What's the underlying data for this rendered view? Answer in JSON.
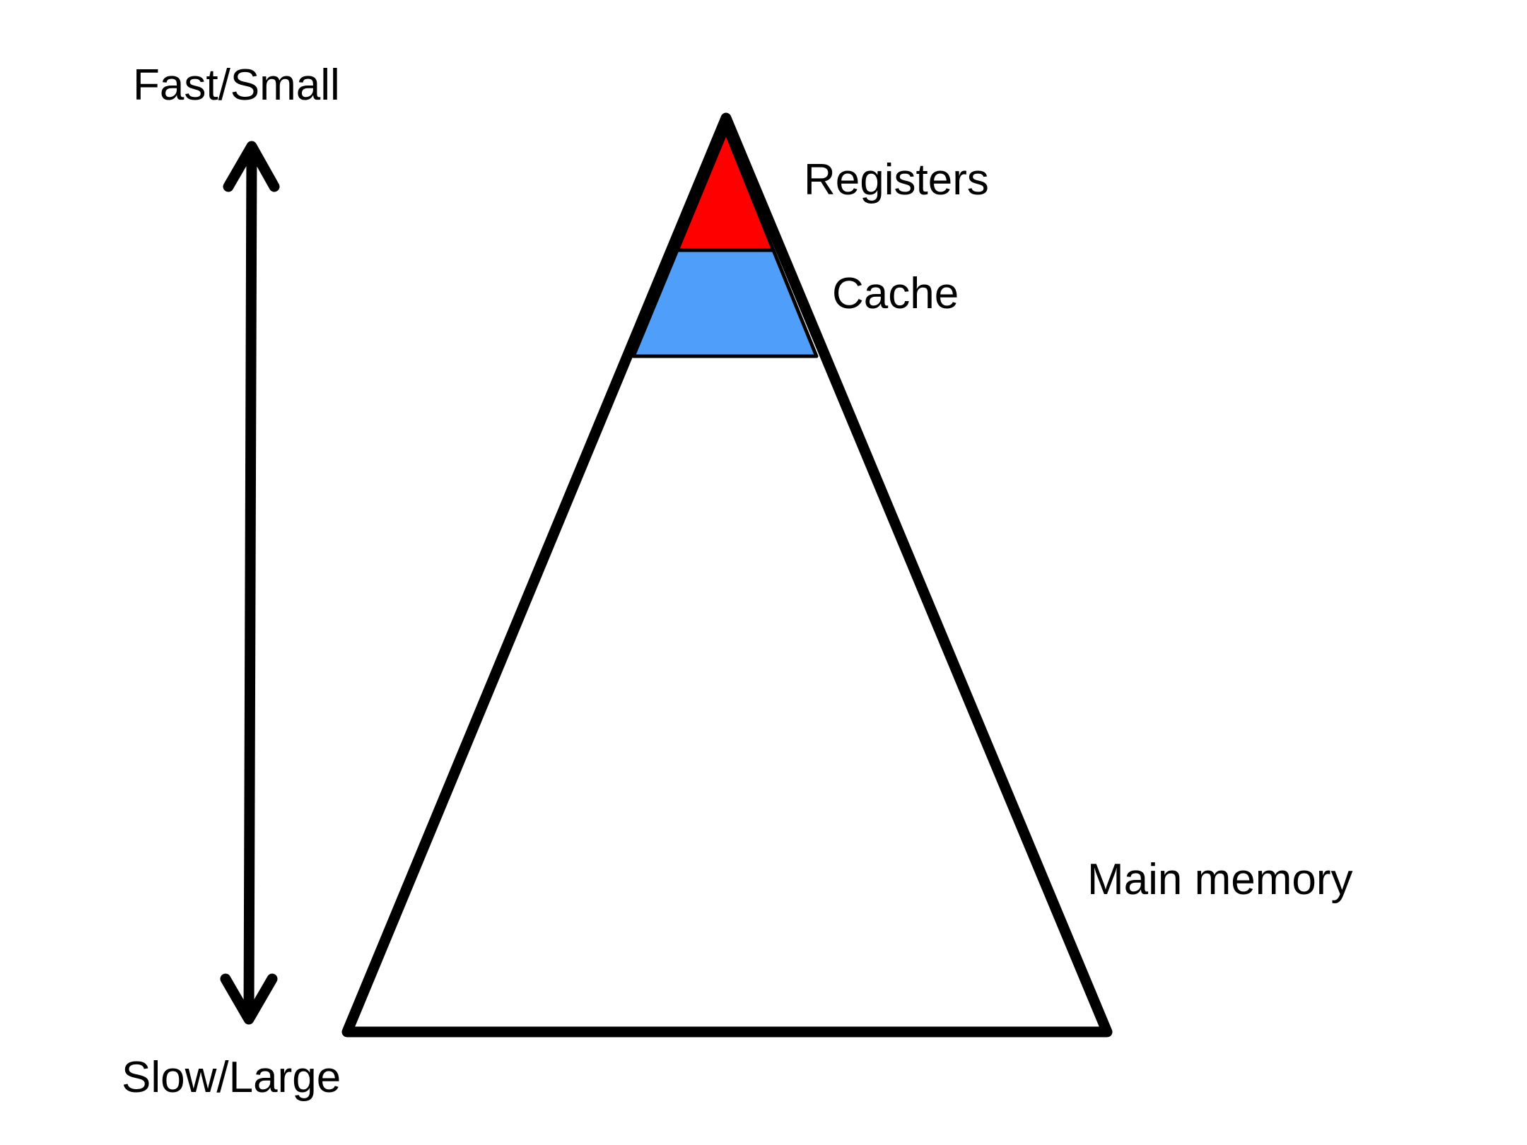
{
  "axis": {
    "top_label": "Fast/Small",
    "bottom_label": "Slow/Large"
  },
  "levels": [
    {
      "label": "Registers",
      "color": "#ff0000"
    },
    {
      "label": "Cache",
      "color": "#4f9ffa"
    },
    {
      "label": "Main memory",
      "color": "#ffffff"
    }
  ],
  "colors": {
    "outline": "#000000",
    "background": "#ffffff"
  }
}
